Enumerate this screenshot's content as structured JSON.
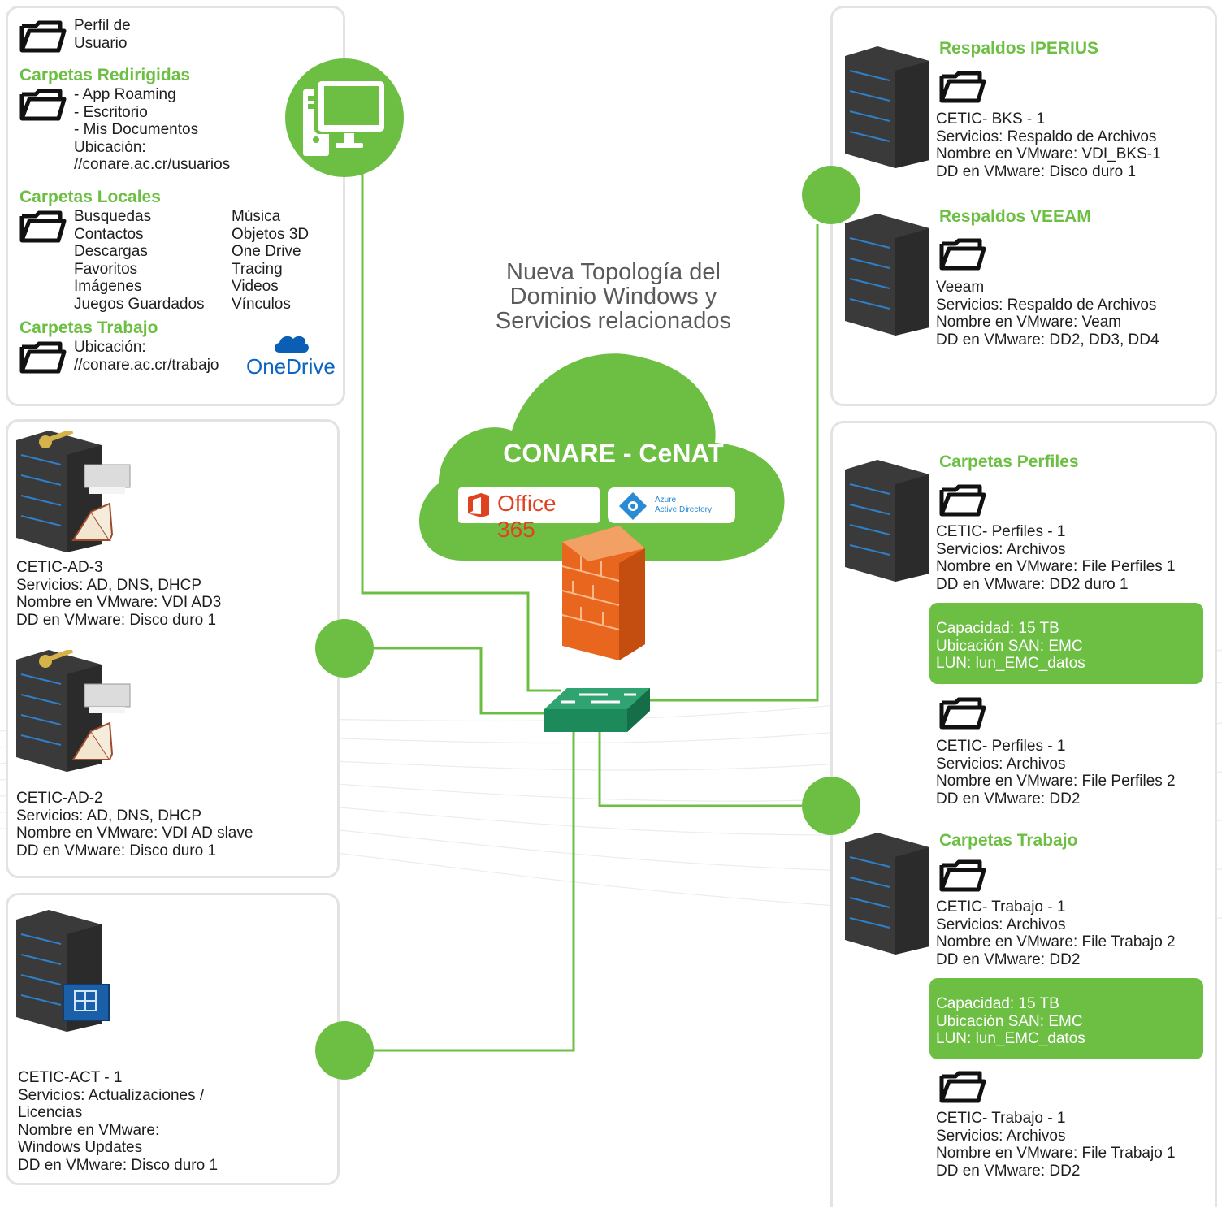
{
  "title": {
    "line1": "Nueva Topología del",
    "line2": "Dominio Windows y",
    "line3": "Servicios relacionados"
  },
  "cloud": {
    "label": "CONARE - CeNAT",
    "office": "Office 365",
    "azure_line1": "Azure",
    "azure_line2": "Active Directory"
  },
  "user_panel": {
    "perfil": "Perfil de\nUsuario",
    "redirigidas_title": "Carpetas Redirigidas",
    "redirigidas_text": "- App Roaming\n- Escritorio\n- Mis Documentos\nUbicación:\n//conare.ac.cr/usuarios",
    "locales_title": "Carpetas Locales",
    "locales_col1": "Busquedas\nContactos\nDescargas\nFavoritos\nImágenes\nJuegos Guardados",
    "locales_col2": "Música\nObjetos 3D\nOne Drive\nTracing\nVideos\nVínculos",
    "trabajo_title": "Carpetas Trabajo",
    "trabajo_text": "Ubicación:\n//conare.ac.cr/trabajo",
    "onedrive": "OneDrive"
  },
  "ad3": {
    "text": "CETIC-AD-3\nServicios: AD, DNS, DHCP\nNombre en VMware: VDI AD3\nDD en VMware: Disco duro 1"
  },
  "ad2": {
    "text": "CETIC-AD-2\nServicios: AD, DNS, DHCP\nNombre en VMware: VDI AD slave\nDD en VMware: Disco duro 1"
  },
  "act": {
    "text": "CETIC-ACT - 1\nServicios: Actualizaciones /\nLicencias\nNombre en VMware:\nWindows Updates\nDD en VMware: Disco duro 1"
  },
  "iperius": {
    "title": "Respaldos IPERIUS",
    "text": "CETIC- BKS - 1\nServicios: Respaldo de Archivos\nNombre en VMware: VDI_BKS-1\nDD en VMware: Disco duro 1"
  },
  "veeam": {
    "title": "Respaldos VEEAM",
    "text": "Veeam\nServicios: Respaldo de Archivos\nNombre en VMware: Veam\nDD en VMware: DD2, DD3, DD4"
  },
  "perfiles": {
    "title": "Carpetas Perfiles",
    "text1": "CETIC- Perfiles - 1\nServicios: Archivos\nNombre en VMware: File Perfiles 1\nDD en VMware: DD2 duro 1",
    "box": "Capacidad: 15 TB\nUbicación SAN: EMC\nLUN: lun_EMC_datos",
    "text2": "CETIC- Perfiles - 1\nServicios: Archivos\nNombre en VMware: File Perfiles 2\nDD en VMware: DD2"
  },
  "trabajo": {
    "title": "Carpetas Trabajo",
    "text1": "CETIC- Trabajo - 1\nServicios: Archivos\nNombre en VMware: File Trabajo 2\nDD en VMware: DD2",
    "box": "Capacidad: 15 TB\nUbicación SAN: EMC\nLUN: lun_EMC_datos",
    "text2": "CETIC- Trabajo - 1\nServicios: Archivos\nNombre en VMware: File Trabajo 1\nDD en VMware: DD2"
  },
  "colors": {
    "accent": "#6dbf44",
    "server": "#3a3a3a",
    "switch": "#1d8a5c",
    "firewall": "#f07a2a"
  }
}
